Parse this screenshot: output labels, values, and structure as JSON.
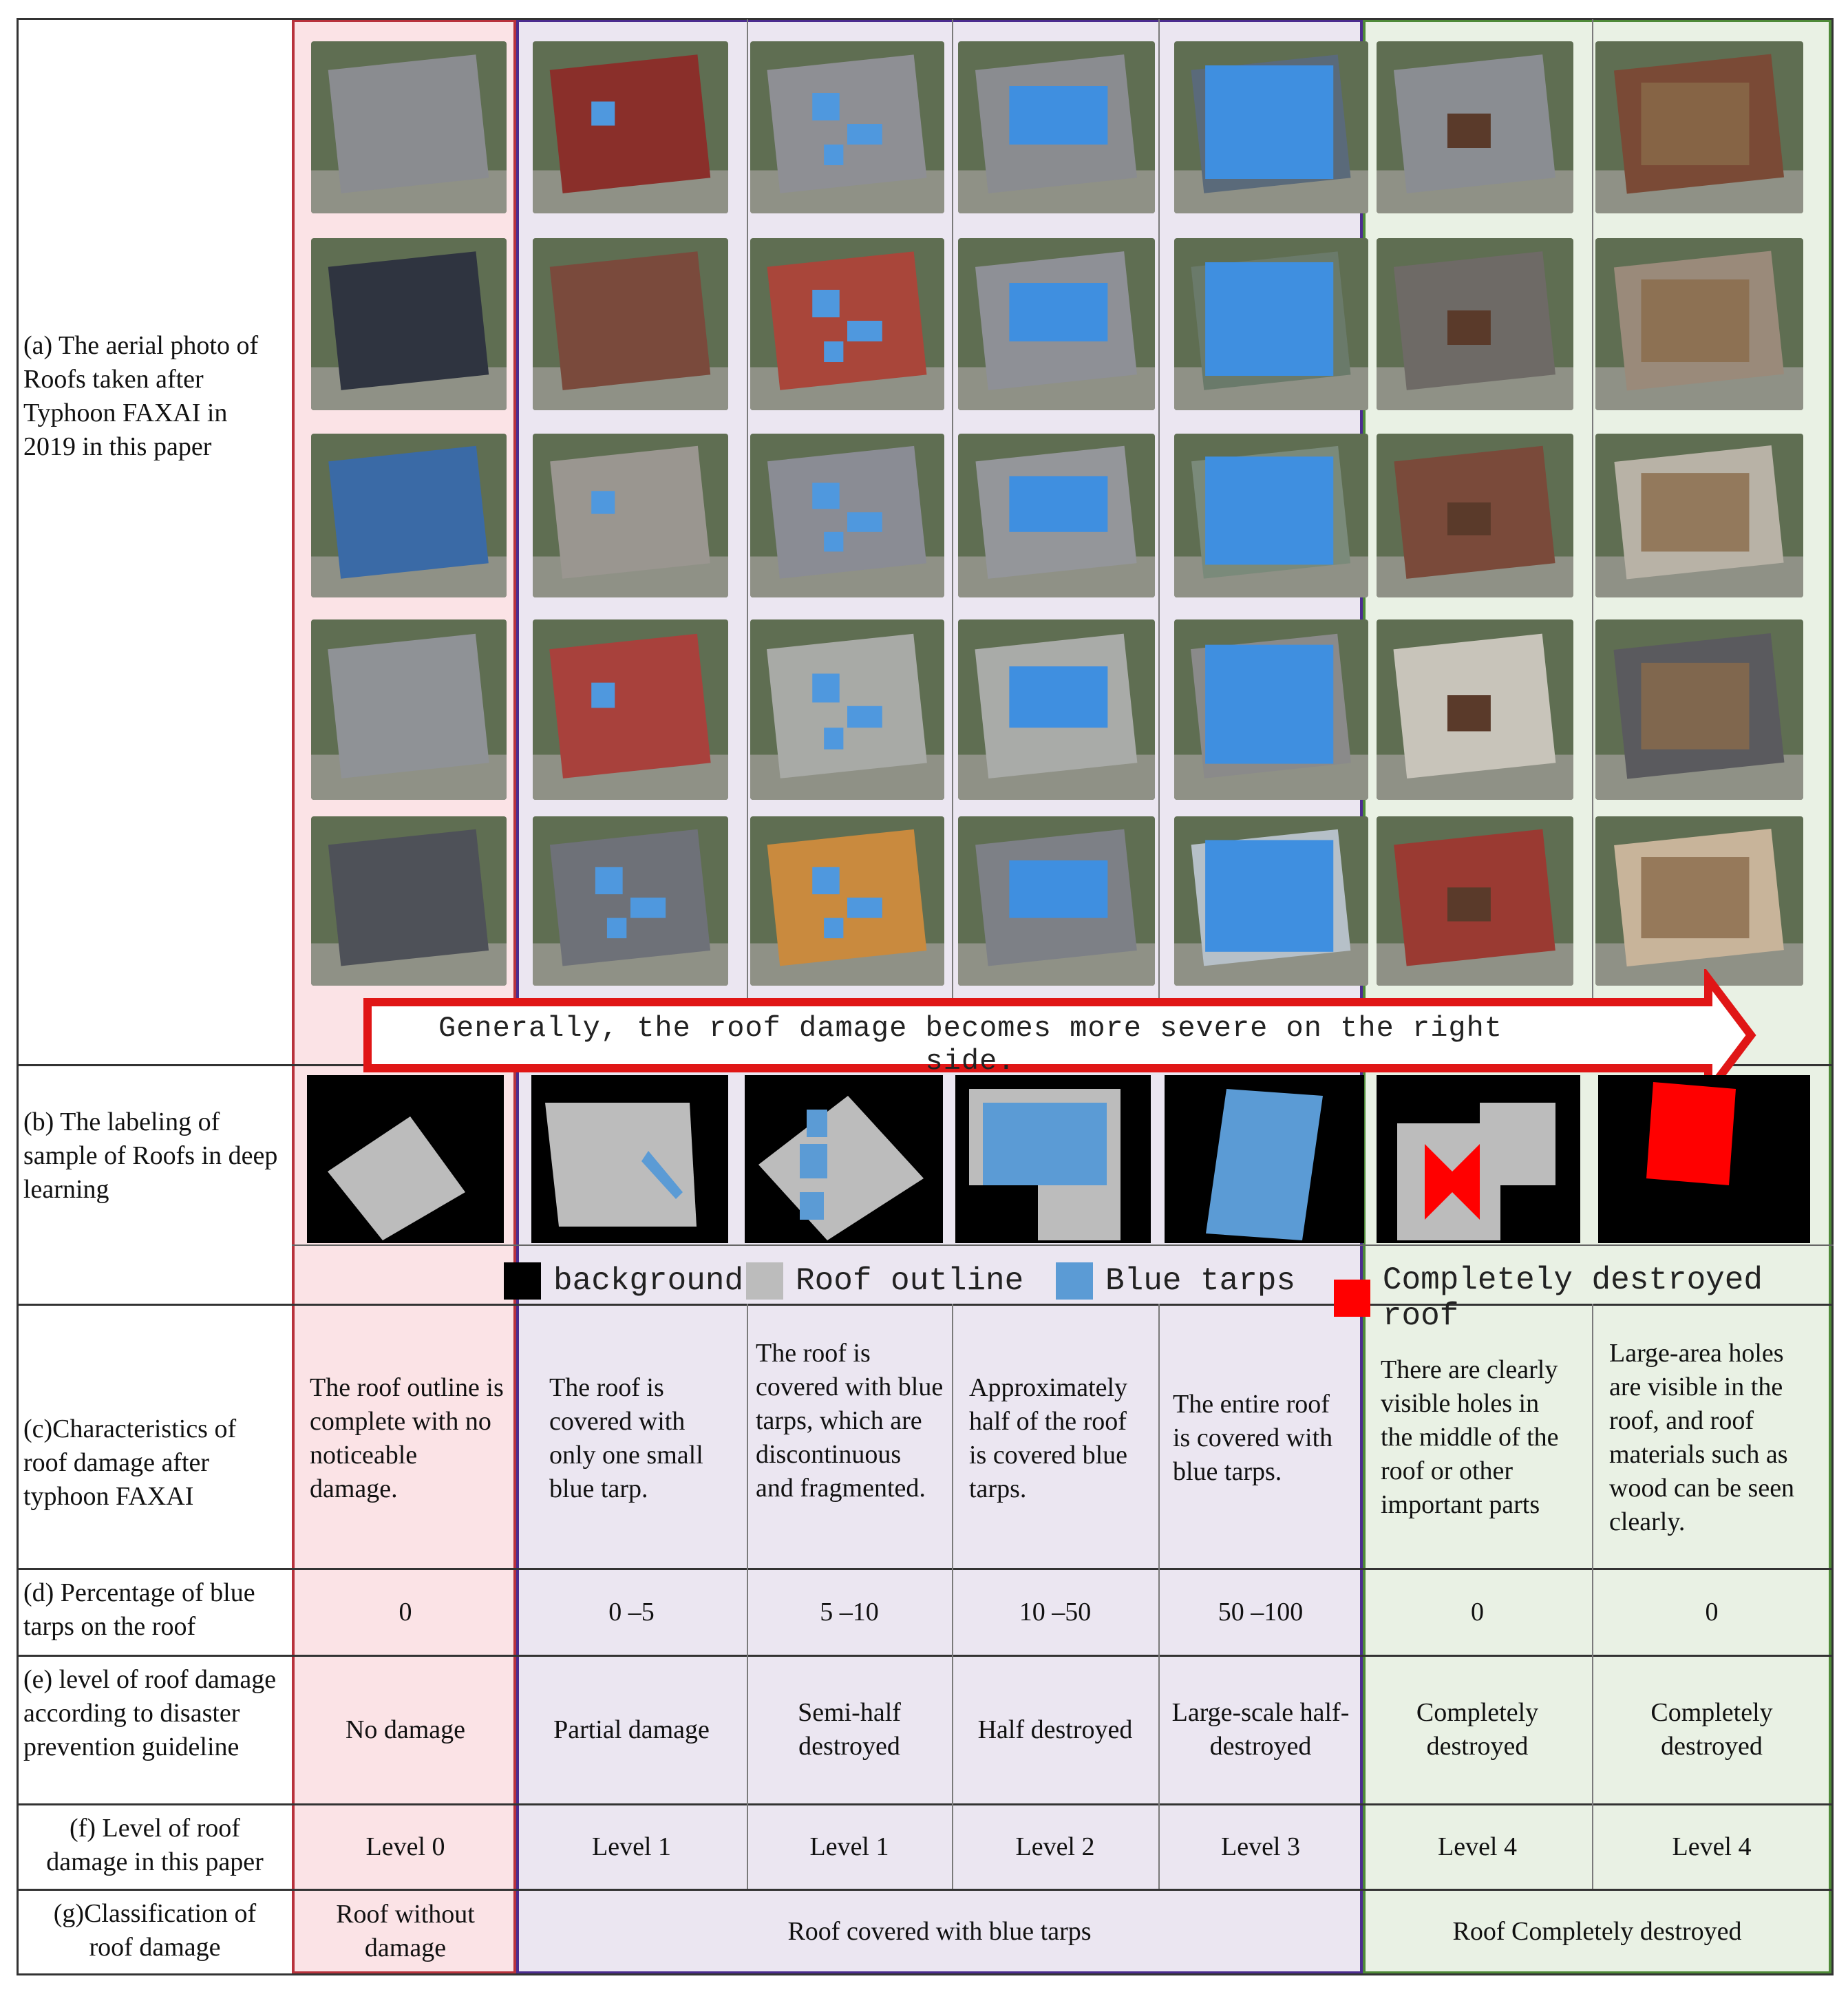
{
  "rows": {
    "a": "(a) The aerial photo of Roofs taken after Typhoon FAXAI in 2019 in this paper",
    "b": "(b) The labeling of sample of Roofs in deep learning",
    "c": "(c)Characteristics of roof damage after typhoon FAXAI",
    "d": "(d) Percentage of blue tarps on the roof",
    "e": "(e) level of roof damage according to disaster prevention guideline",
    "f": "(f) Level of roof damage in this paper",
    "g": "(g)Classification of roof damage"
  },
  "arrow_text": "Generally, the roof damage becomes more severe on the right side.",
  "legend": {
    "background": "background",
    "roof_outline": "Roof outline",
    "blue_tarps": "Blue tarps",
    "destroyed": "Completely destroyed roof"
  },
  "colors": {
    "background": "#000000",
    "roof_outline": "#bcbcbc",
    "blue_tarps": "#5b9bd5",
    "destroyed": "#ff0000",
    "no_damage_zone": "#fbe3e6",
    "blue_tarp_zone": "#ebe6f1",
    "destroyed_zone": "#e9f1e4"
  },
  "columns": [
    {
      "characteristic": "The roof outline is complete with no noticeable damage.",
      "percentage": "0",
      "guideline_level": "No damage",
      "paper_level": "Level 0"
    },
    {
      "characteristic": "The roof is covered with only one small blue tarp.",
      "percentage": "0 –5",
      "guideline_level": "Partial damage",
      "paper_level": "Level 1"
    },
    {
      "characteristic": "The roof is covered with blue tarps, which are discontinuous and fragmented.",
      "percentage": "5 –10",
      "guideline_level": "Semi-half destroyed",
      "paper_level": "Level 1"
    },
    {
      "characteristic": "Approximately half of the roof is covered blue tarps.",
      "percentage": "10 –50",
      "guideline_level": "Half destroyed",
      "paper_level": "Level 2"
    },
    {
      "characteristic": "The entire roof is covered with blue tarps.",
      "percentage": "50 –100",
      "guideline_level": "Large-scale half-destroyed",
      "paper_level": "Level 3"
    },
    {
      "characteristic": "There are clearly visible holes in the middle of the roof or other important parts",
      "percentage": "0",
      "guideline_level": "Completely destroyed",
      "paper_level": "Level 4"
    },
    {
      "characteristic": "Large-area holes are visible in the roof, and roof materials such as wood can be seen clearly.",
      "percentage": "0",
      "guideline_level": "Completely destroyed",
      "paper_level": "Level 4"
    }
  ],
  "classification": {
    "no_damage": "Roof without damage",
    "blue_tarps": "Roof covered with blue tarps",
    "destroyed": "Roof Completely destroyed"
  }
}
